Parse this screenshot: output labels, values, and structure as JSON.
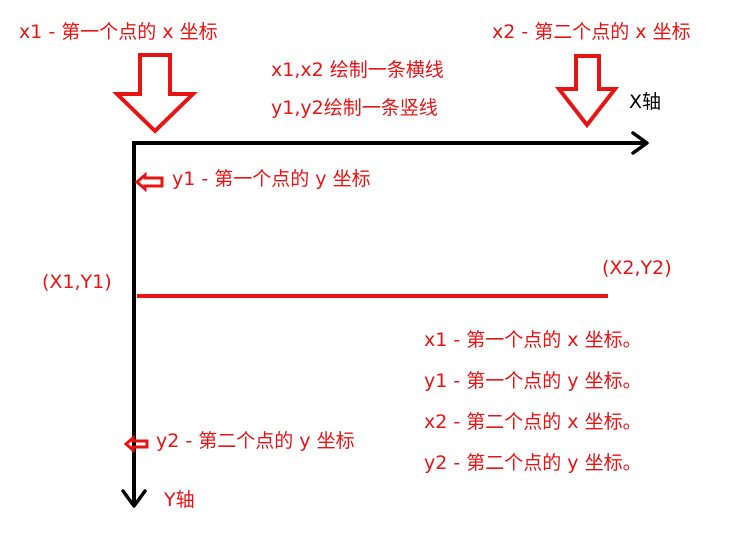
{
  "colors": {
    "annotation": "#e81414",
    "axis": "#000000"
  },
  "labels": {
    "x1_desc": "x1 - 第一个点的 x 坐标",
    "x2_desc": "x2 - 第二个点的 x 坐标",
    "horizontal_note": "x1,x2 绘制一条横线",
    "vertical_note": "y1,y2绘制一条竖线",
    "x_axis": "X轴",
    "y_axis": "Y轴",
    "y1_desc": "y1 - 第一个点的 y 坐标",
    "y2_desc": "y2 - 第二个点的 y 坐标",
    "point1": "(X1,Y1)",
    "point2": "(X2,Y2)"
  },
  "summary": [
    "x1 - 第一个点的 x 坐标。",
    "y1 - 第一个点的 y 坐标。",
    "x2 - 第二个点的 x 坐标。",
    "y2 - 第二个点的 y 坐标。"
  ]
}
